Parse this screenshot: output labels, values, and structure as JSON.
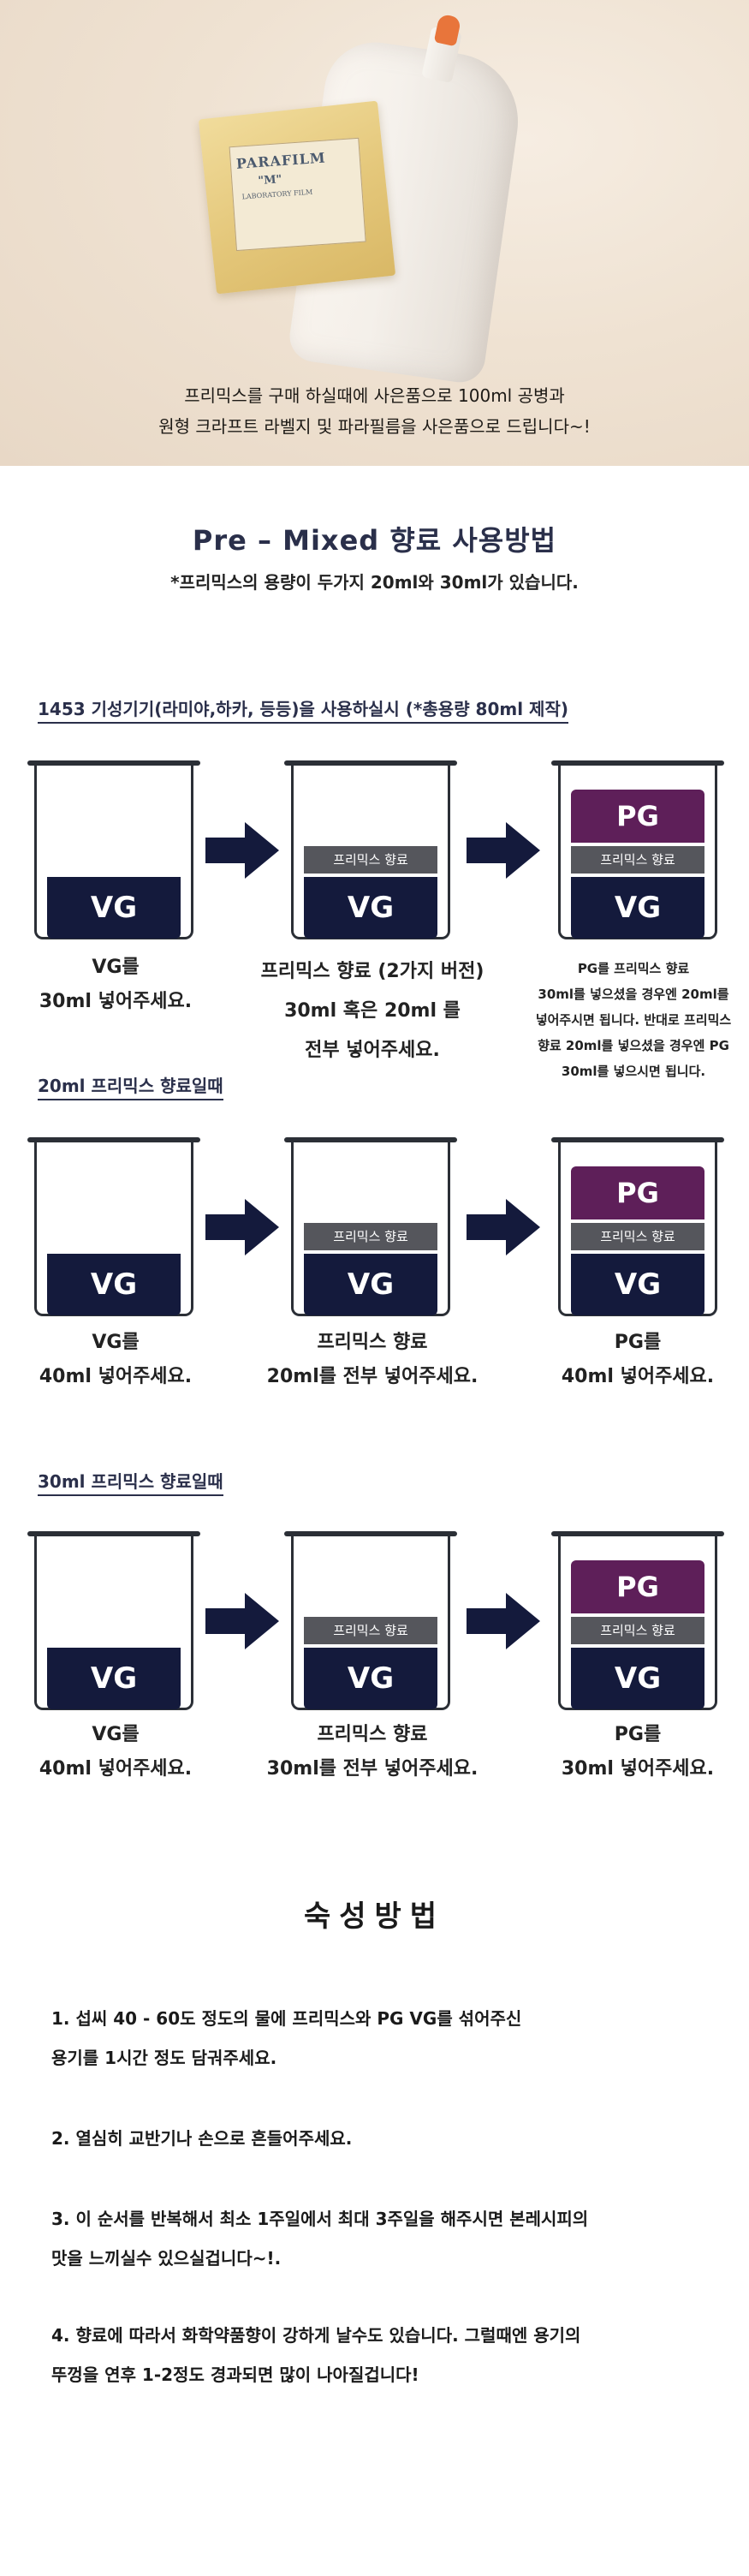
{
  "hero": {
    "caption_line1": "프리믹스를 구매 하실때에 사은품으로 100ml 공병과",
    "caption_line2": "원형 크라프트 라벨지 및 파라필름을 사은품으로 드립니다~!",
    "parafilm_title": "PARAFILM",
    "parafilm_m": "\"M\"",
    "parafilm_sub": "LABORATORY FILM"
  },
  "header": {
    "title": "Pre – Mixed 향료 사용방법",
    "subtitle": "*프리믹스의 용량이 두가지 20ml와 30ml가 있습니다."
  },
  "labels": {
    "vg": "VG",
    "pg": "PG",
    "mix": "프리믹스 향료"
  },
  "sections": [
    {
      "heading": "1453 기성기기(라미야,하카, 등등)을 사용하실시 (*총용량 80ml 제작)",
      "captions": [
        [
          "VG를",
          "30ml 넣어주세요."
        ],
        [
          "프리믹스 향료 (2가지 버전)",
          "30ml 혹은 20ml 를",
          "전부 넣어주세요."
        ],
        [
          "PG를 프리믹스 향료",
          "30ml를 넣으셨을 경우엔 20ml를",
          "넣어주시면 됩니다. 반대로 프리믹스",
          "향료 20ml를 넣으셨을 경우엔 PG",
          "30ml를 넣으시면 됩니다."
        ]
      ]
    },
    {
      "heading": "20ml 프리믹스 향료일때",
      "captions": [
        [
          "VG를",
          "40ml 넣어주세요."
        ],
        [
          "프리믹스 향료",
          "20ml를 전부 넣어주세요."
        ],
        [
          "PG를",
          "40ml 넣어주세요."
        ]
      ]
    },
    {
      "heading": "30ml 프리믹스 향료일때",
      "captions": [
        [
          "VG를",
          "40ml 넣어주세요."
        ],
        [
          "프리믹스 향료",
          "30ml를 전부 넣어주세요."
        ],
        [
          "PG를",
          "30ml 넣어주세요."
        ]
      ]
    }
  ],
  "ripening": {
    "title": "숙성방법",
    "steps": [
      [
        "1. 섭씨 40 - 60도 정도의 물에 프리믹스와 PG VG를 섞어주신",
        "용기를 1시간 정도 담궈주세요."
      ],
      [
        "2. 열심히 교반기나 손으로 흔들어주세요."
      ],
      [
        "3. 이 순서를 반복해서 최소 1주일에서 최대 3주일을 해주시면 본레시피의",
        "맛을 느끼실수 있으실겁니다~!."
      ],
      [
        "4. 향료에 따라서 화학약품향이 강하게 날수도 있습니다. 그럴때엔 용기의",
        "뚜껑을 연후 1-2정도 경과되면 많이 나아질겁니다!"
      ]
    ]
  },
  "colors": {
    "vg": "#141a3c",
    "pg": "#5e1f59",
    "mix": "#55565c",
    "arrow": "#141a3c",
    "heading": "#2a2f4a"
  }
}
